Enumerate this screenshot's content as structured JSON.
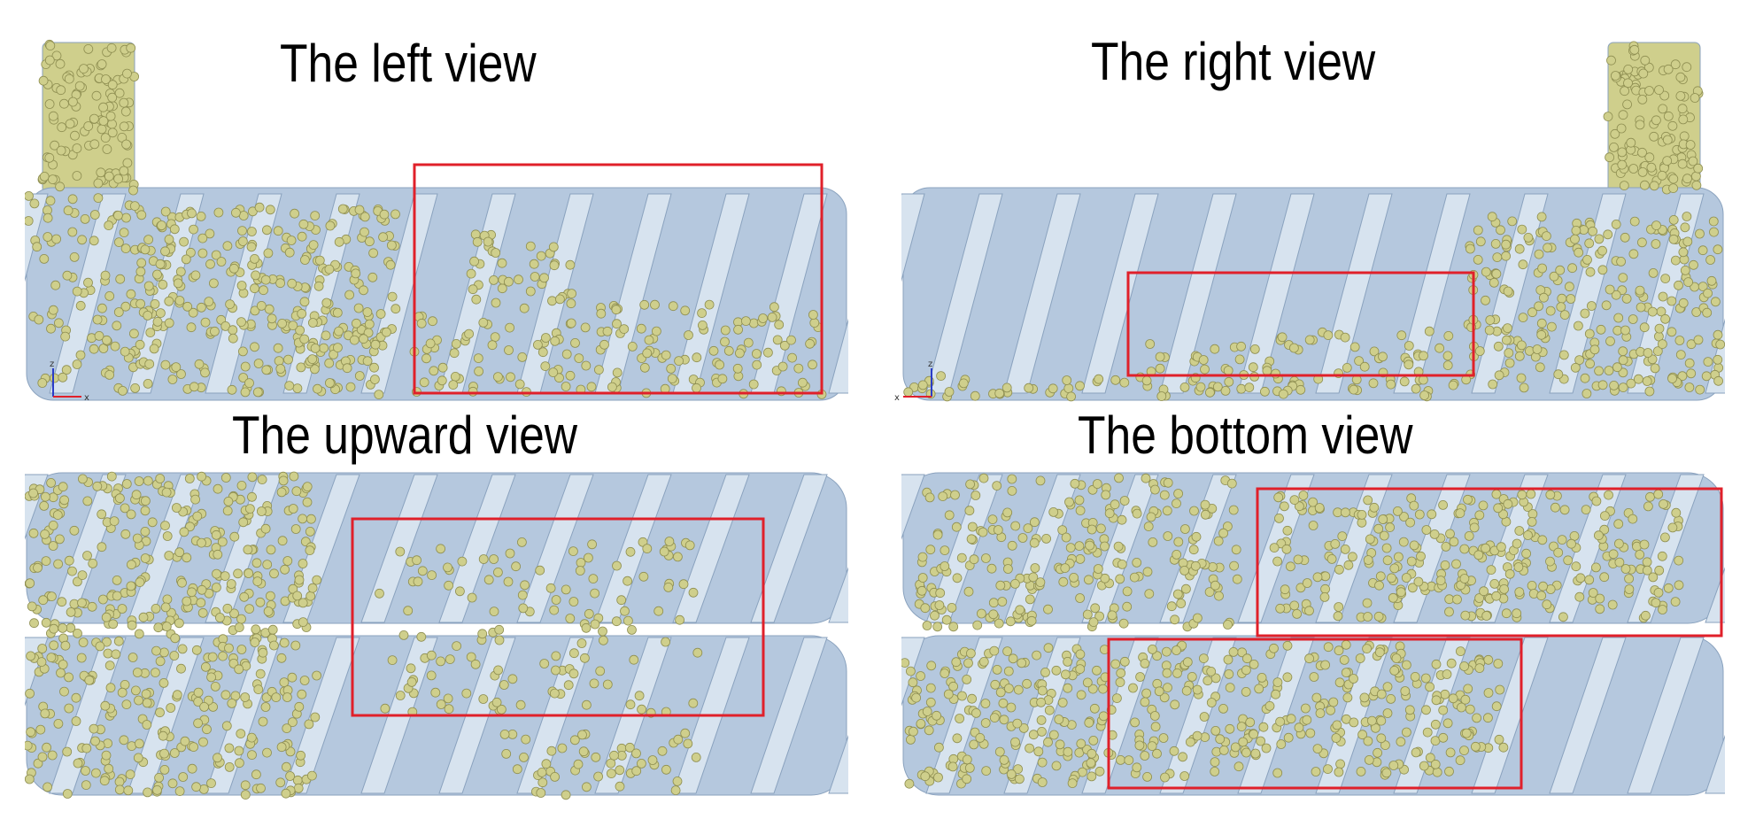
{
  "titles": {
    "left": "The left view",
    "right": "The right view",
    "upward": "The upward view",
    "bottom": "The bottom view"
  },
  "triad": {
    "x_label": "x",
    "z_label": "z"
  },
  "colors": {
    "screw": "#b5c8de",
    "screw_dark": "#8aa2be",
    "flight": "#d7e3ef",
    "particle": "#cfcf8c",
    "particle_edge": "#8f8f52",
    "highlight_box": "#e0202a",
    "axis_x": "#e0202a",
    "axis_z": "#2a3cc8"
  }
}
